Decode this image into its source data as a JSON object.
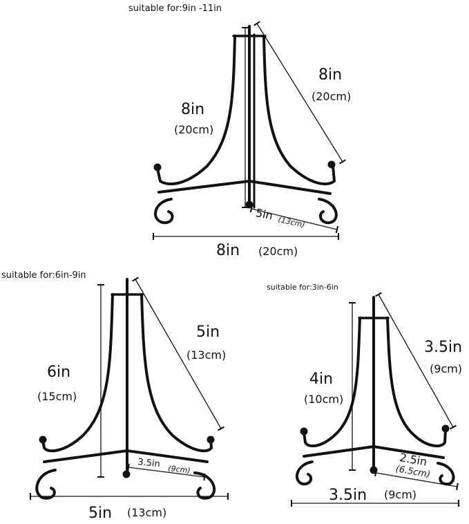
{
  "large": {
    "suitable": "suitable for:9in -11in",
    "height_in": "8in",
    "height_cm": "(20cm)",
    "leg_in": "8in",
    "leg_cm": "(20cm)",
    "depth_in": "5in",
    "depth_cm": "(13cm)",
    "width_in": "8in",
    "width_cm": "(20cm)"
  },
  "medium": {
    "suitable": "suitable for:6in-9in",
    "height_in": "6in",
    "height_cm": "(15cm)",
    "leg_in": "5in",
    "leg_cm": "(13cm)",
    "depth_in": "3.5in",
    "depth_cm": "(9cm)",
    "width_in": "5in",
    "width_cm": "(13cm)"
  },
  "small": {
    "suitable": "suitable for:3in-6in",
    "height_in": "4in",
    "height_cm": "(10cm)",
    "leg_in": "3.5in",
    "leg_cm": "(9cm)",
    "depth_in": "2.5in",
    "depth_cm": "(6.5cm)",
    "width_in": "3.5in",
    "width_cm": "(9cm)"
  }
}
